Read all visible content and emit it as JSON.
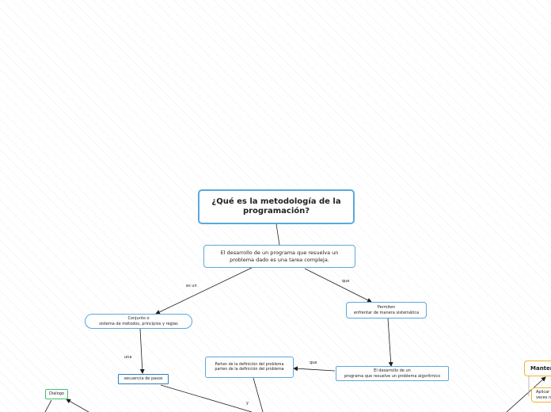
{
  "nodes": {
    "main_title": "¿Qué es la metodología de la programación?",
    "definition": "El desarrollo de un programa que resuelva un problema dado es una tarea compleja.",
    "conjunto": "Conjunto o\nsistema de métodos, principios y reglas",
    "permiten": "Permiten\nenfrentar de manera sistemática",
    "secuencia": "secuencia de pasos",
    "parten": "Parten de la definición del problema  parten de la definición del problema",
    "desarrollo": "El desarrollo de un\nprograma que resuelve un problema algorítmico",
    "dialogo": "Dialogo",
    "mantener_partial": "Manten",
    "aplicar_partial": "Aplicar\nveces n"
  },
  "links": {
    "es_un": "es un",
    "que_1": "que",
    "una": "una",
    "que_2": "que",
    "y": "y"
  },
  "colors": {
    "node_border": "#5aa9dd",
    "dialogo_border": "#3cc46a",
    "mantener_border": "#f0b430",
    "edge": "#1e1e1e"
  }
}
